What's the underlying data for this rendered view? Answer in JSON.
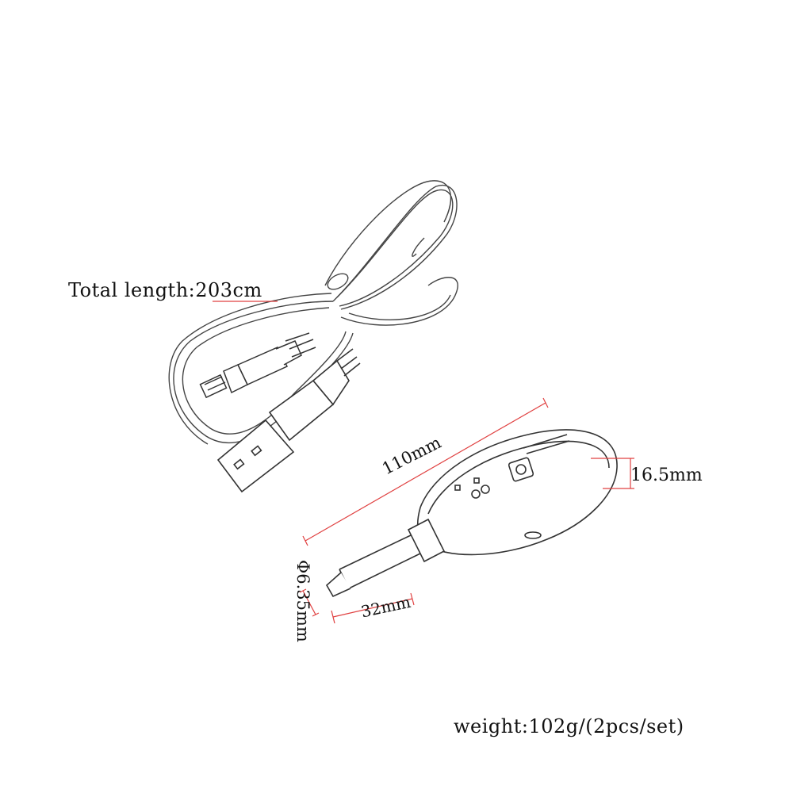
{
  "labels": {
    "total_length": "Total length:203cm",
    "length": "110mm",
    "height": "16.5mm",
    "plug_length": "32mm",
    "diameter": "Φ6.35mm",
    "weight": "weight:102g/(2pcs/set)"
  },
  "colors": {
    "dimension_line": "#e04040",
    "sketch_line": "#333333",
    "background": "#ffffff"
  }
}
